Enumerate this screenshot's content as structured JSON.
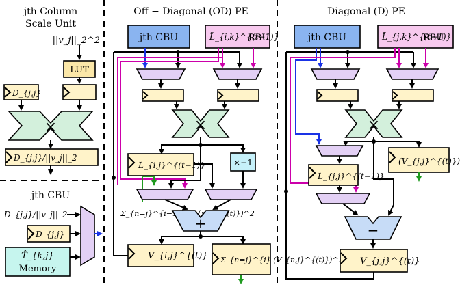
{
  "colors": {
    "cbu_fill": "#8ab4f0",
    "rbu_fill": "#f7c9ee",
    "register_fill": "#fff3c9",
    "multiplier_fill": "#d3f0dc",
    "mux_fill": "#e3d0f5",
    "adder_fill": "#c7dcf7",
    "memory_fill": "#c6f5ee",
    "neg_fill": "#c6f1fa",
    "lut_fill": "#fbe7a8",
    "wire_magenta": "#cc00aa",
    "wire_blue": "#1a33e6",
    "wire_green": "#1f9a1f"
  },
  "left": {
    "title_line1": "jth Column",
    "title_line2": "Scale Unit",
    "norm_sq_input": "||v_j||_2^2",
    "lut_label": "LUT",
    "d_jj_reg": "D_{j,j}",
    "scaled_reg": "D_{j,j}/||v_j||_2",
    "cbu_title": "jth CBU",
    "cbu_input": "D_{j,j}/||v_j||_2",
    "cbu_d_reg": "D_{j,j}",
    "memory_symbol": "T̂_{k,j}",
    "memory_label": "Memory"
  },
  "od": {
    "title": "Off − Diagonal (OD) PE",
    "cbu_label": "jth CBU",
    "rbu_symbol": "L̃_{i,k}^{(t−1)}",
    "rbu_label": "RBU",
    "l_reg": "L̃_{i,j}^{(t−1)}",
    "neg_label": "×−1",
    "sum_operand": "Σ_{n=j}^{i−1} (V_{n,j}^{(t)})^2",
    "adder_symbol": "+",
    "v_reg": "V_{i,j}^{(t)}",
    "sum_reg": "Σ_{n=j}^{i} (V_{n,j}^{(t)})^2"
  },
  "d": {
    "title": "Diagonal (D) PE",
    "cbu_label": "jth CBU",
    "rbu_symbol": "L̃_{j,k}^{(t−1)}",
    "rbu_label": "RBU",
    "sq_reg": "(V_{j,j}^{(t)})^2",
    "l_reg": "L̃_{j,j}^{(t−1)}",
    "sub_symbol": "−",
    "v_reg": "V_{j,j}^{(t)}"
  }
}
